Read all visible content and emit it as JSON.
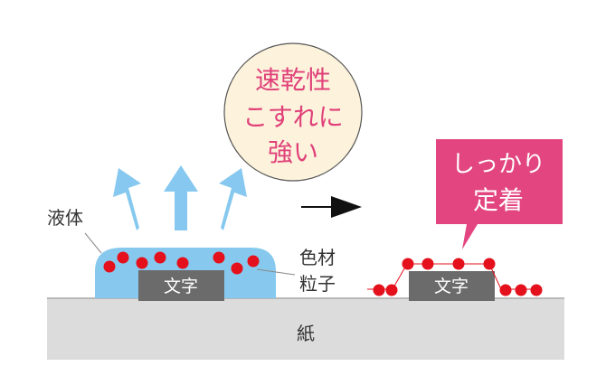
{
  "bubble": {
    "line1": "速乾性",
    "line2": "こすれに",
    "line3": "強い"
  },
  "callout": {
    "line1": "しっかり",
    "line2": "定着"
  },
  "labels": {
    "liquid": "液体",
    "colorant_line1": "色材",
    "colorant_line2": "粒子",
    "paper": "紙",
    "text_left": "文字",
    "text_right": "文字"
  },
  "colors": {
    "bubble_fill": "#fdf3dc",
    "bubble_text": "#e0417a",
    "callout_fill": "#e2457f",
    "callout_text": "#ffffff",
    "liquid": "#87c9ee",
    "arrow_up": "#86c8ef",
    "particle": "#e4101b",
    "text_block": "#6b6b6b",
    "paper": "#dcdcdc"
  },
  "icons": {
    "up_arrows": "arrow-up-icon",
    "transition": "arrow-right-icon"
  }
}
